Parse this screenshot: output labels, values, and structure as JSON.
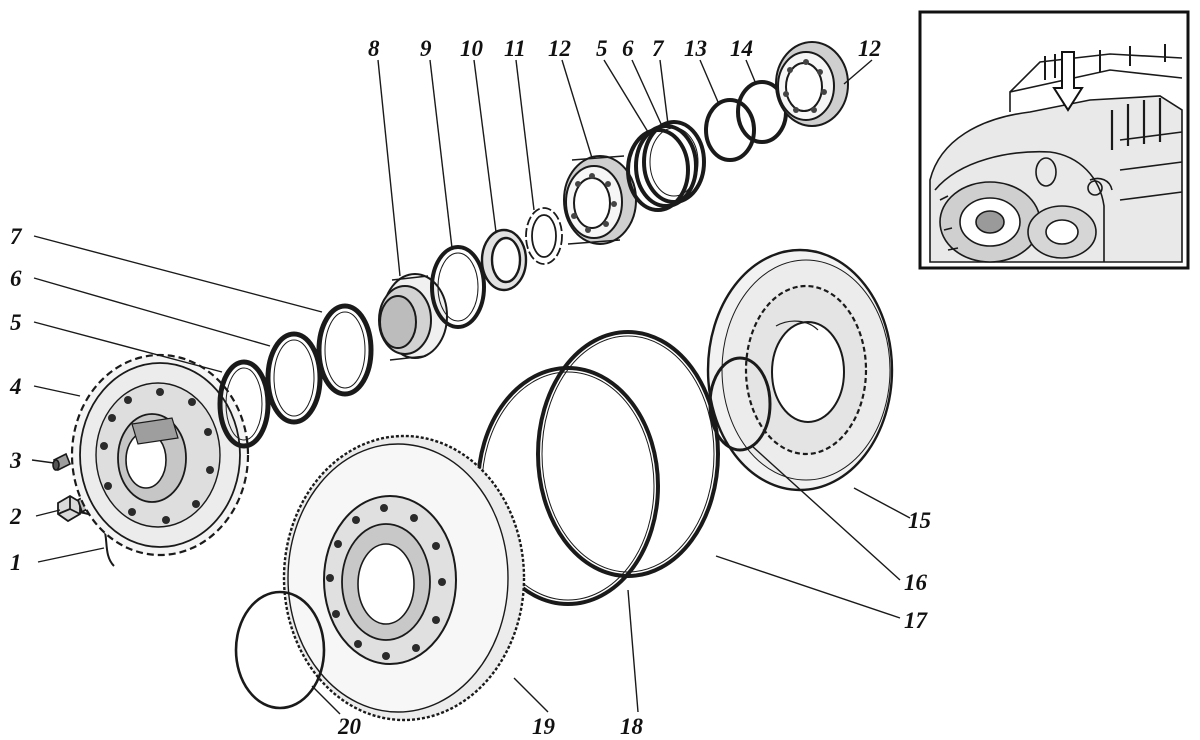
{
  "diagram": {
    "ink_color": "#1a1a1a",
    "callouts": [
      {
        "id": "c1",
        "label": "1"
      },
      {
        "id": "c2",
        "label": "2"
      },
      {
        "id": "c3",
        "label": "3"
      },
      {
        "id": "c4",
        "label": "4"
      },
      {
        "id": "c5a",
        "label": "5"
      },
      {
        "id": "c6a",
        "label": "6"
      },
      {
        "id": "c7a",
        "label": "7"
      },
      {
        "id": "c8",
        "label": "8"
      },
      {
        "id": "c9",
        "label": "9"
      },
      {
        "id": "c10",
        "label": "10"
      },
      {
        "id": "c11",
        "label": "11"
      },
      {
        "id": "c12a",
        "label": "12"
      },
      {
        "id": "c5b",
        "label": "5"
      },
      {
        "id": "c6b",
        "label": "6"
      },
      {
        "id": "c7b",
        "label": "7"
      },
      {
        "id": "c13",
        "label": "13"
      },
      {
        "id": "c14",
        "label": "14"
      },
      {
        "id": "c12b",
        "label": "12"
      },
      {
        "id": "c15",
        "label": "15"
      },
      {
        "id": "c16",
        "label": "16"
      },
      {
        "id": "c17",
        "label": "17"
      },
      {
        "id": "c18",
        "label": "18"
      },
      {
        "id": "c19",
        "label": "19"
      },
      {
        "id": "c20",
        "label": "20"
      }
    ],
    "inset": {
      "indicator_icon": "down-arrow-icon"
    }
  }
}
